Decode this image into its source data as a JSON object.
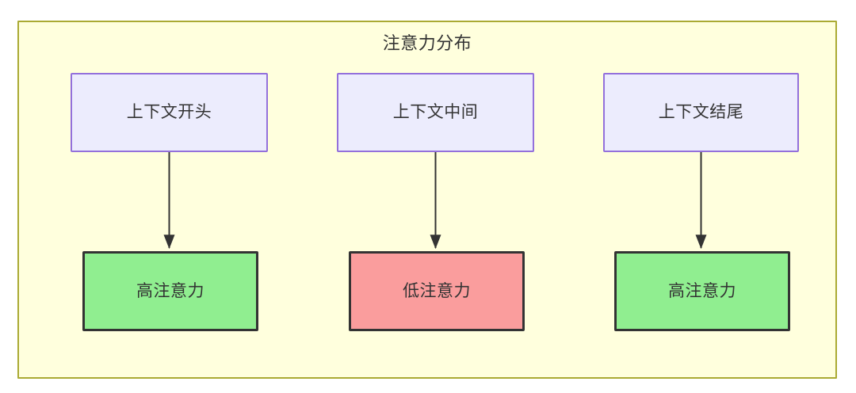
{
  "diagram": {
    "title": "注意力分布",
    "container": {
      "fill": "#ffffdd",
      "stroke": "#aaaa33"
    },
    "nodes": {
      "context": [
        {
          "id": "context-start",
          "label": "上下文开头",
          "fill": "#ececfd",
          "stroke": "#9370db"
        },
        {
          "id": "context-middle",
          "label": "上下文中间",
          "fill": "#ececfd",
          "stroke": "#9370db"
        },
        {
          "id": "context-end",
          "label": "上下文结尾",
          "fill": "#ececfd",
          "stroke": "#9370db"
        }
      ],
      "attention": [
        {
          "id": "attention-high-start",
          "label": "高注意力",
          "fill": "#90ee90",
          "stroke": "#333333"
        },
        {
          "id": "attention-low-middle",
          "label": "低注意力",
          "fill": "#fa9d9d",
          "stroke": "#333333"
        },
        {
          "id": "attention-high-end",
          "label": "高注意力",
          "fill": "#90ee90",
          "stroke": "#333333"
        }
      ]
    },
    "edges": [
      {
        "from": "context-start",
        "to": "attention-high-start",
        "label": ""
      },
      {
        "from": "context-middle",
        "to": "attention-low-middle",
        "label": ""
      },
      {
        "from": "context-end",
        "to": "attention-high-end",
        "label": ""
      }
    ],
    "edge_color": "#333333"
  }
}
